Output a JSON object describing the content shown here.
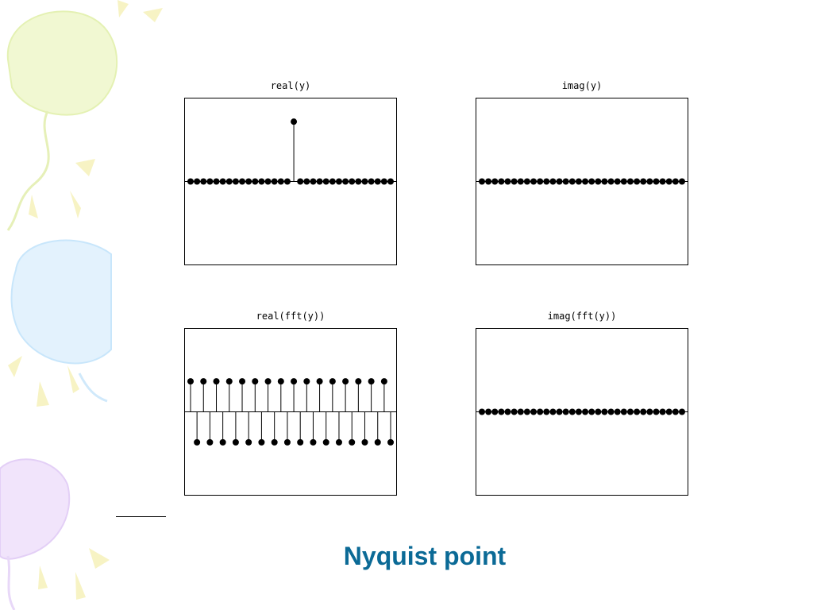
{
  "slide": {
    "title": "Nyquist point",
    "title_color": "#0b6a96",
    "background_art": [
      "balloon-yellow",
      "balloon-blue",
      "balloon-violet"
    ]
  },
  "chart_data": [
    {
      "type": "stem",
      "title": "real(y)",
      "xlabel": "",
      "ylabel": "",
      "grid": false,
      "x": [
        0,
        1,
        2,
        3,
        4,
        5,
        6,
        7,
        8,
        9,
        10,
        11,
        12,
        13,
        14,
        15,
        16,
        17,
        18,
        19,
        20,
        21,
        22,
        23,
        24,
        25,
        26,
        27,
        28,
        29,
        30,
        31
      ],
      "values": [
        0,
        0,
        0,
        0,
        0,
        0,
        0,
        0,
        0,
        0,
        0,
        0,
        0,
        0,
        0,
        0,
        1,
        0,
        0,
        0,
        0,
        0,
        0,
        0,
        0,
        0,
        0,
        0,
        0,
        0,
        0,
        0
      ],
      "ylim": [
        -1.4,
        1.4
      ]
    },
    {
      "type": "stem",
      "title": "imag(y)",
      "xlabel": "",
      "ylabel": "",
      "grid": false,
      "x": [
        0,
        1,
        2,
        3,
        4,
        5,
        6,
        7,
        8,
        9,
        10,
        11,
        12,
        13,
        14,
        15,
        16,
        17,
        18,
        19,
        20,
        21,
        22,
        23,
        24,
        25,
        26,
        27,
        28,
        29,
        30,
        31
      ],
      "values": [
        0,
        0,
        0,
        0,
        0,
        0,
        0,
        0,
        0,
        0,
        0,
        0,
        0,
        0,
        0,
        0,
        0,
        0,
        0,
        0,
        0,
        0,
        0,
        0,
        0,
        0,
        0,
        0,
        0,
        0,
        0,
        0
      ],
      "ylim": [
        -1.4,
        1.4
      ]
    },
    {
      "type": "stem",
      "title": "real(fft(y))",
      "xlabel": "",
      "ylabel": "",
      "grid": false,
      "x": [
        0,
        1,
        2,
        3,
        4,
        5,
        6,
        7,
        8,
        9,
        10,
        11,
        12,
        13,
        14,
        15,
        16,
        17,
        18,
        19,
        20,
        21,
        22,
        23,
        24,
        25,
        26,
        27,
        28,
        29,
        30,
        31
      ],
      "values": [
        1,
        -1,
        1,
        -1,
        1,
        -1,
        1,
        -1,
        1,
        -1,
        1,
        -1,
        1,
        -1,
        1,
        -1,
        1,
        -1,
        1,
        -1,
        1,
        -1,
        1,
        -1,
        1,
        -1,
        1,
        -1,
        1,
        -1,
        1,
        -1
      ],
      "ylim": [
        -2.75,
        2.75
      ]
    },
    {
      "type": "stem",
      "title": "imag(fft(y))",
      "xlabel": "",
      "ylabel": "",
      "grid": false,
      "x": [
        0,
        1,
        2,
        3,
        4,
        5,
        6,
        7,
        8,
        9,
        10,
        11,
        12,
        13,
        14,
        15,
        16,
        17,
        18,
        19,
        20,
        21,
        22,
        23,
        24,
        25,
        26,
        27,
        28,
        29,
        30,
        31
      ],
      "values": [
        0,
        0,
        0,
        0,
        0,
        0,
        0,
        0,
        0,
        0,
        0,
        0,
        0,
        0,
        0,
        0,
        0,
        0,
        0,
        0,
        0,
        0,
        0,
        0,
        0,
        0,
        0,
        0,
        0,
        0,
        0,
        0
      ],
      "ylim": [
        -2.75,
        2.75
      ]
    }
  ]
}
